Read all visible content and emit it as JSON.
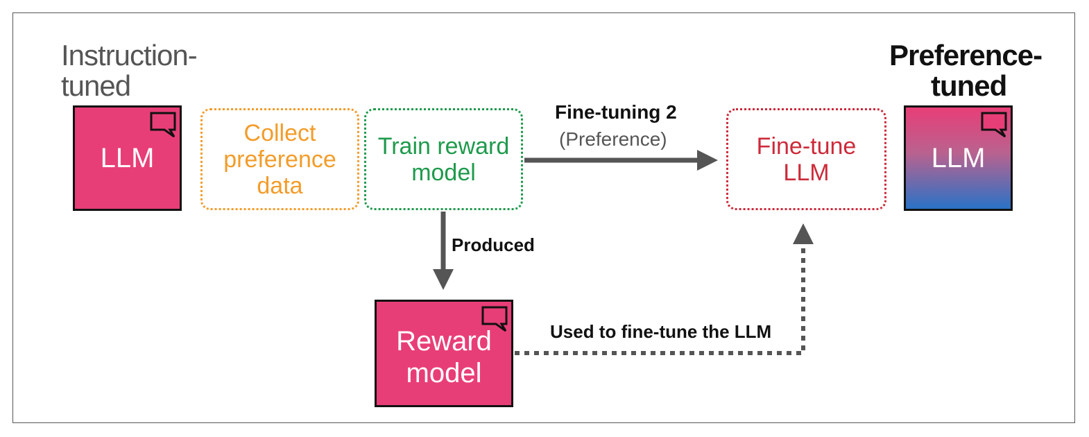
{
  "colors": {
    "orange": "#f39c2a",
    "green": "#1e9a4c",
    "red": "#cc2a3a",
    "pink": "#e83e77",
    "blue": "#2a72c6",
    "arrow": "#555555"
  },
  "titles": {
    "left": [
      "Instruction-",
      "tuned"
    ],
    "right": [
      "Preference-",
      "tuned"
    ]
  },
  "boxes": {
    "instruction_llm": "LLM",
    "preference_llm": "LLM",
    "reward_model": [
      "Reward",
      "model"
    ]
  },
  "steps": {
    "collect": [
      "Collect",
      "preference",
      "data"
    ],
    "train": [
      "Train reward",
      "model"
    ],
    "finetune": [
      "Fine-tune",
      "LLM"
    ]
  },
  "labels": {
    "finetuning": "Fine-tuning 2",
    "preference": "(Preference)",
    "produced": "Produced",
    "used": "Used to fine-tune the LLM"
  },
  "icons": [
    "speech-bubble-icon"
  ]
}
